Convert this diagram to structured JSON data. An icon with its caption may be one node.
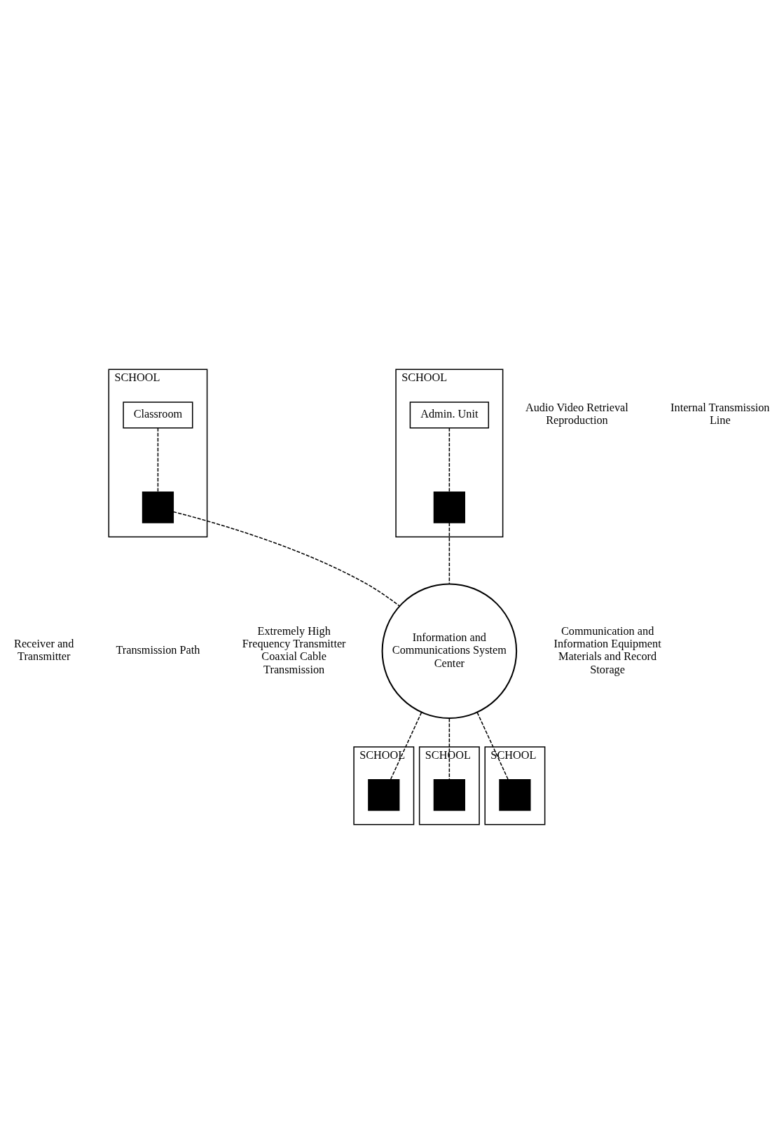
{
  "diagram": {
    "nodes": [
      {
        "text": [
          "SCHOOL"
        ]
      },
      {
        "text": [
          "Classroom"
        ],
        "in": 0
      },
      {
        "text": [],
        "shape": "box",
        "in": 0
      },
      {
        "text": [
          "SCHOOL"
        ]
      },
      {
        "text": [
          "Admin. Unit"
        ],
        "in": 3
      },
      {
        "text": [],
        "shape": "box",
        "in": 3
      },
      {
        "text": [
          "Information and Communications System Center"
        ]
      },
      {
        "text": [
          "SCHOOL"
        ]
      },
      {
        "text": [],
        "shape": "box",
        "in": 7
      },
      {
        "text": [
          "SCHOOL"
        ]
      },
      {
        "text": [],
        "shape": "box",
        "in": 9
      },
      {
        "text": [
          "SCHOOL"
        ]
      },
      {
        "text": [],
        "shape": "box",
        "in": 11
      }
    ],
    "edges": [
      {
        "from": 1,
        "to": 2,
        "arrow": "none",
        "style": "dashed"
      },
      {
        "from": 4,
        "to": 5,
        "arrow": "none",
        "style": "dashed"
      },
      {
        "from": 2,
        "to": 6,
        "arrow": "none",
        "style": "dashed"
      },
      {
        "from": 5,
        "to": 6,
        "arrow": "none",
        "style": "dashed"
      },
      {
        "from": 6,
        "to": 8,
        "arrow": "none",
        "style": "dashed"
      },
      {
        "from": 6,
        "to": 10,
        "arrow": "none",
        "style": "dashed"
      },
      {
        "from": 6,
        "to": 12,
        "arrow": "none",
        "style": "dashed"
      }
    ],
    "labels": [
      "Audio Video Retrieval Reproduction",
      "Internal Transmission Line",
      "Receiver and Transmitter",
      "Transmission Path",
      "Extremely High Frequency Transmitter Coaxial Cable Transmission",
      "Communication and Information Equipment Materials and Record Storage"
    ]
  }
}
